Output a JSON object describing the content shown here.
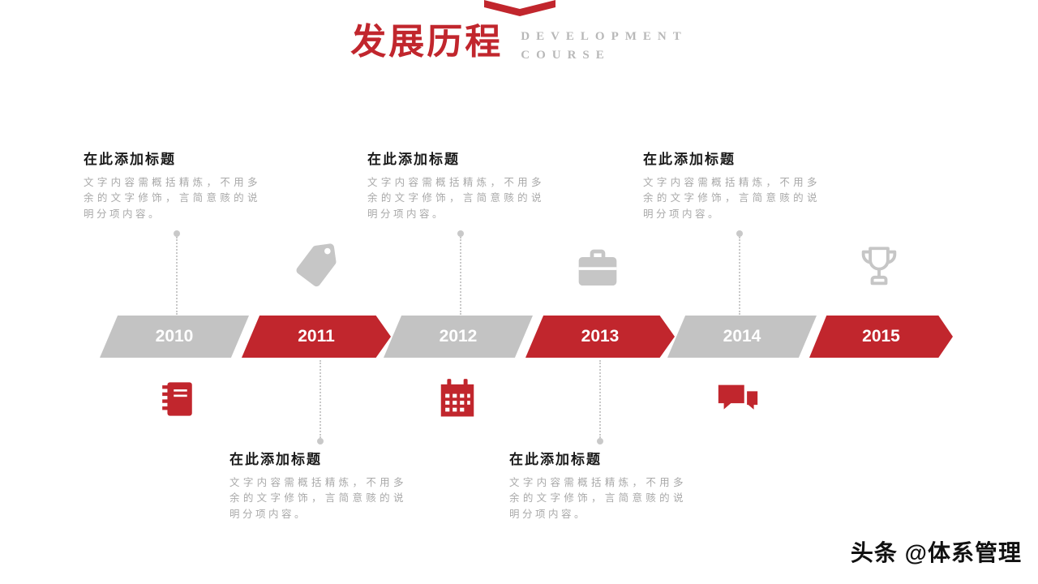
{
  "header": {
    "title": "发展历程",
    "subtitle_line1": "DEVELOPMENT",
    "subtitle_line2": "COURSE"
  },
  "timeline": [
    {
      "label": "2010",
      "variant": "gray"
    },
    {
      "label": "2011",
      "variant": "red"
    },
    {
      "label": "2012",
      "variant": "gray"
    },
    {
      "label": "2013",
      "variant": "red"
    },
    {
      "label": "2014",
      "variant": "gray"
    },
    {
      "label": "2015",
      "variant": "red"
    }
  ],
  "notes": {
    "top": [
      {
        "title": "在此添加标题",
        "body": "文字内容需概括精炼，不用多余的文字修饰，言简意赅的说明分项内容。"
      },
      {
        "title": "在此添加标题",
        "body": "文字内容需概括精炼，不用多余的文字修饰，言简意赅的说明分项内容。"
      },
      {
        "title": "在此添加标题",
        "body": "文字内容需概括精炼，不用多余的文字修饰，言简意赅的说明分项内容。"
      }
    ],
    "bottom": [
      {
        "title": "在此添加标题",
        "body": "文字内容需概括精炼，不用多余的文字修饰，言简意赅的说明分项内容。"
      },
      {
        "title": "在此添加标题",
        "body": "文字内容需概括精炼，不用多余的文字修饰，言简意赅的说明分项内容。"
      }
    ]
  },
  "icons": {
    "above_timeline": [
      "tag-icon",
      "briefcase-icon",
      "trophy-icon"
    ],
    "below_timeline": [
      "notebook-icon",
      "calendar-icon",
      "chat-icon"
    ]
  },
  "watermark": "头条 @体系管理",
  "colors": {
    "red": "#c1262d",
    "shape_gray": "#c3c3c3",
    "icon_gray": "#c6c6c6",
    "text_gray": "#a9a9a9",
    "subtitle_gray": "#b8b8b8",
    "dot_gray": "#c9c9c9",
    "title_dark": "#1a1a1a"
  }
}
